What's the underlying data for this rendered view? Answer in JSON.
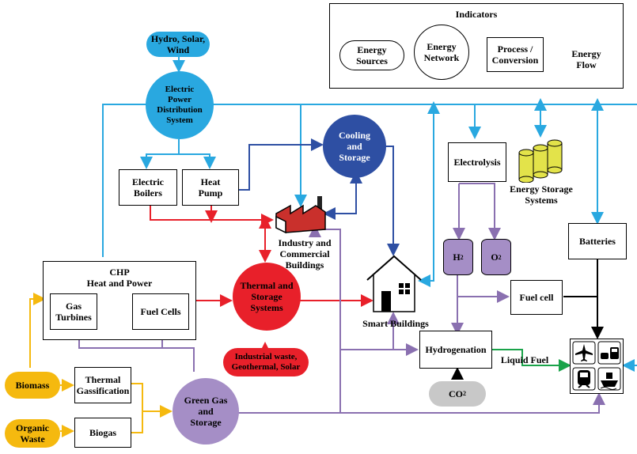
{
  "legend": {
    "title": "Indicators",
    "energy_sources": "Energy\nSources",
    "energy_network": "Energy\nNetwork",
    "process_conversion": "Process /\nConversion",
    "energy_flow": "Energy\nFlow"
  },
  "nodes": {
    "hydro_solar_wind": "Hydro, Solar,\nWind",
    "electric_power_distribution": "Electric\nPower\nDistribution\nSystem",
    "electric_boilers": "Electric\nBoilers",
    "heat_pump": "Heat\nPump",
    "cooling_storage": "Cooling\nand\nStorage",
    "industry_label": "Industry and\nCommercial\nBuildings",
    "electrolysis": "Electrolysis",
    "energy_storage_label": "Energy Storage\nSystems",
    "batteries": "Batteries",
    "h2": "H",
    "h2_sub": "2",
    "o2": "O",
    "o2_sub": "2",
    "fuel_cell": "Fuel cell",
    "chp_title": "CHP\nHeat and Power",
    "gas_turbines": "Gas\nTurbines",
    "fuel_cells": "Fuel Cells",
    "thermal_storage": "Thermal and\nStorage\nSystems",
    "smart_buildings": "Smart Buildings",
    "hydrogenation": "Hydrogenation",
    "liquid_fuel": "Liquid Fuel",
    "co2": "CO",
    "co2_sub": "2",
    "industrial_waste": "Industrial waste,\nGeothermal, Solar",
    "biomass": "Biomass",
    "thermal_gassification": "Thermal\nGassification",
    "organic_waste": "Organic\nWaste",
    "biogas": "Biogas",
    "green_gas": "Green Gas\nand\nStorage"
  },
  "colors": {
    "electric": "#29a8e0",
    "cooling": "#2e4fa3",
    "thermal": "#e8202a",
    "gas": "#8a70b0",
    "bio": "#f5b90f",
    "hydrogen_fill": "#a58ec6",
    "co2_fill": "#c8c8c8",
    "green": "#1aa34a",
    "storage_yellow": "#e3e34a"
  },
  "icons": [
    "factory-icon",
    "house-icon",
    "airplane-icon",
    "car-icon",
    "train-icon",
    "ship-icon",
    "storage-cylinders-icon"
  ]
}
